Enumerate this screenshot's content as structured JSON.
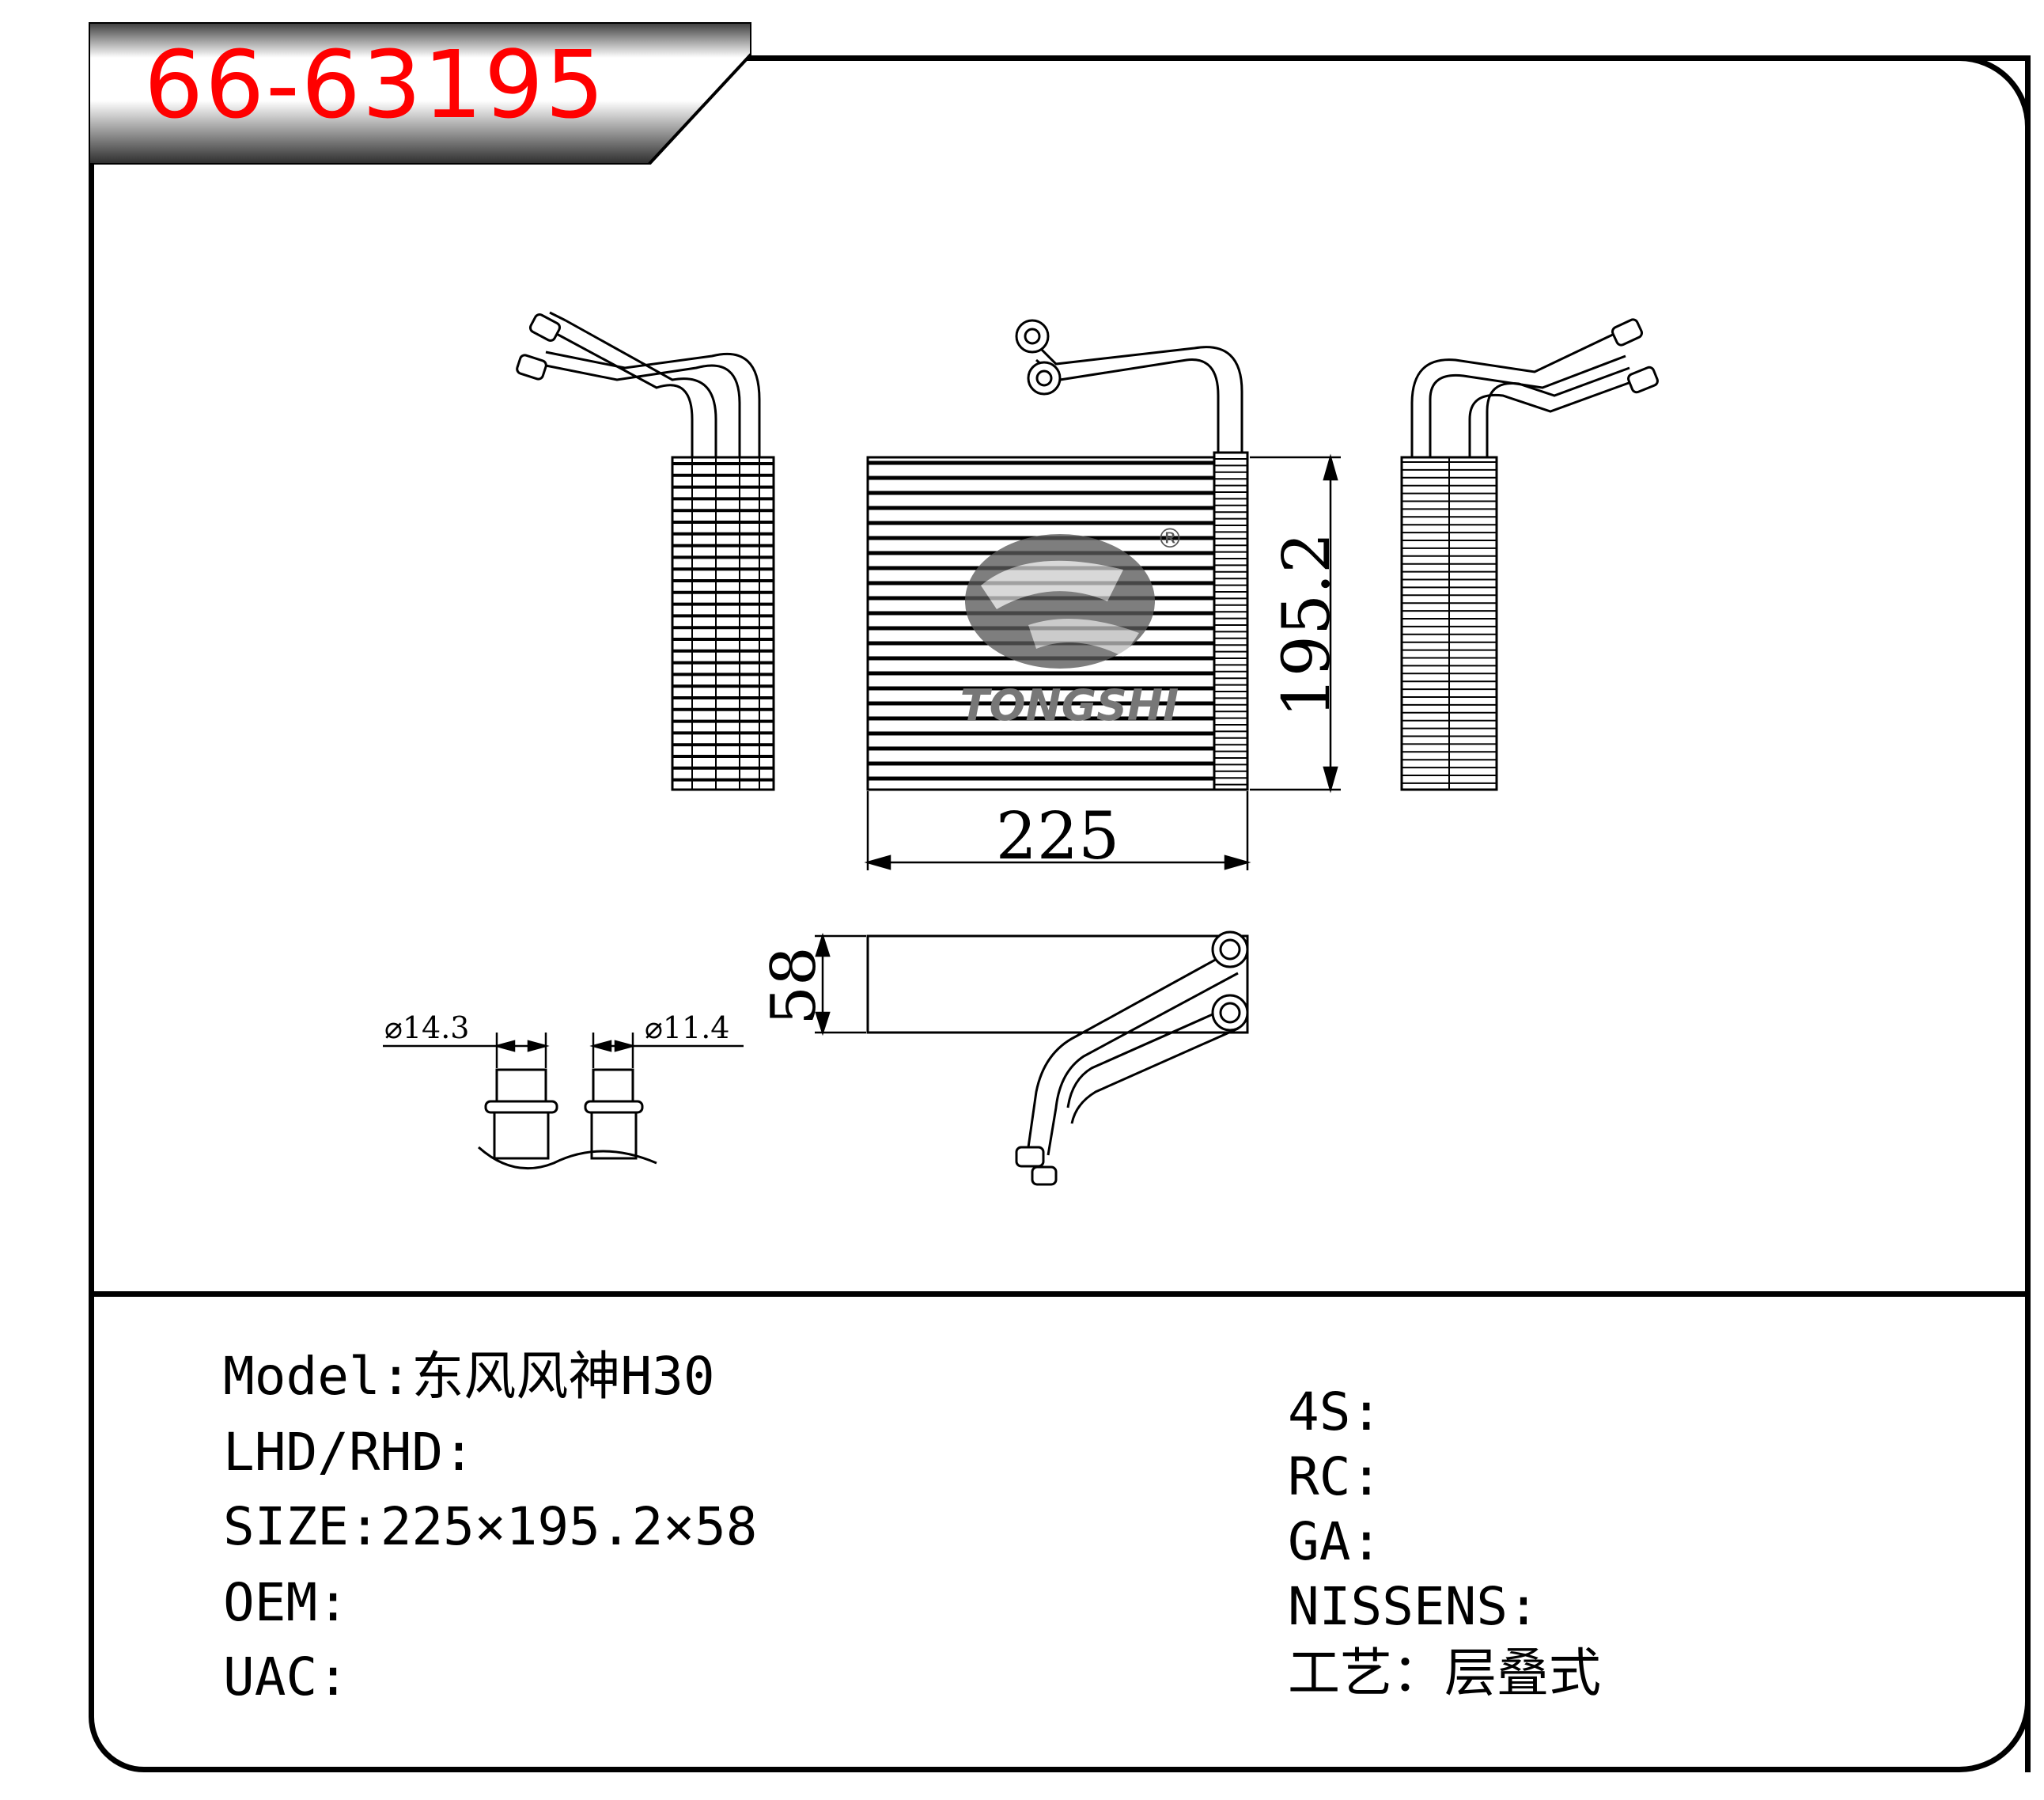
{
  "part_number": "66-63195",
  "drawing": {
    "dim_width": "225",
    "dim_height": "195.2",
    "dim_depth": "58",
    "pipe_dia_large": "⌀14.3",
    "pipe_dia_small": "⌀11.4",
    "watermark_text": "TONGSHI",
    "watermark_mark": "®"
  },
  "specs_left": [
    {
      "label": "Model:",
      "value": "东风风神H30"
    },
    {
      "label": "LHD/RHD:",
      "value": ""
    },
    {
      "label": "SIZE:",
      "value": "225×195.2×58"
    },
    {
      "label": "OEM:",
      "value": ""
    },
    {
      "label": "UAC:",
      "value": ""
    }
  ],
  "specs_right": [
    {
      "label": "4S:",
      "value": ""
    },
    {
      "label": "RC:",
      "value": ""
    },
    {
      "label": "GA:",
      "value": ""
    },
    {
      "label": "NISSENS:",
      "value": ""
    },
    {
      "label": "工艺：",
      "value": "层叠式"
    }
  ]
}
